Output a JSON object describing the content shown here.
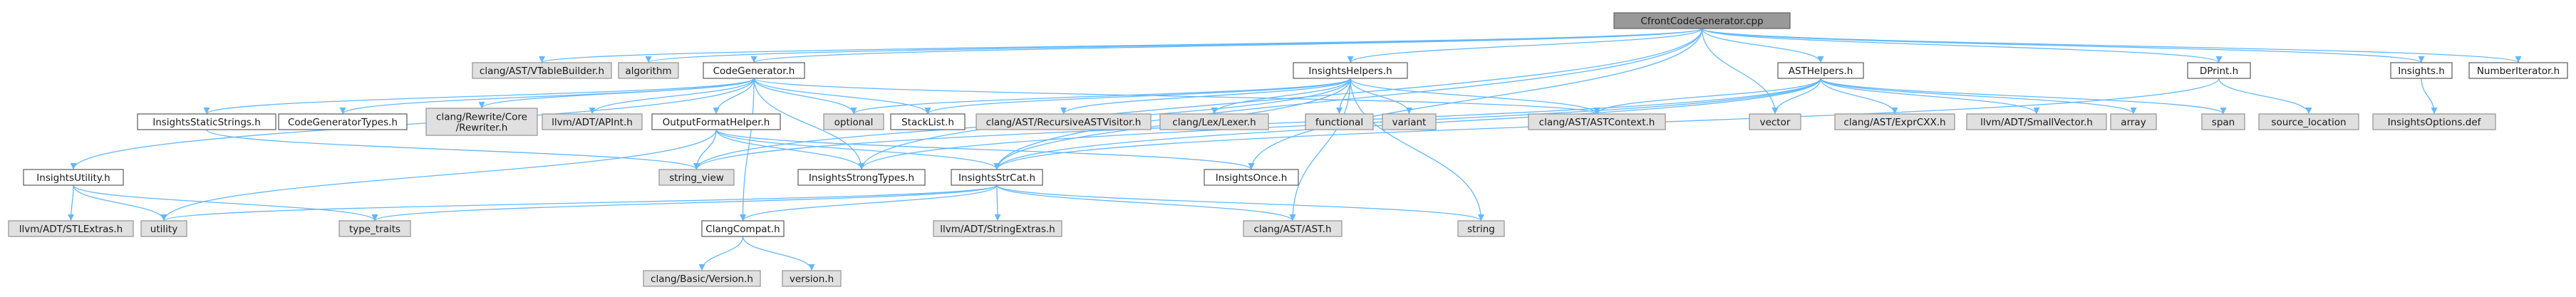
{
  "nodes": {
    "cfront": {
      "label": "CfrontCodeGenerator.cpp",
      "kind": "root"
    },
    "vtable": {
      "label": "clang/AST/VTableBuilder.h",
      "kind": "ext"
    },
    "algorithm": {
      "label": "algorithm",
      "kind": "ext"
    },
    "codegen": {
      "label": "CodeGenerator.h",
      "kind": "int"
    },
    "ihelpers": {
      "label": "InsightsHelpers.h",
      "kind": "int"
    },
    "asthelpers": {
      "label": "ASTHelpers.h",
      "kind": "int"
    },
    "dprint": {
      "label": "DPrint.h",
      "kind": "int"
    },
    "insights": {
      "label": "Insights.h",
      "kind": "int"
    },
    "numiter": {
      "label": "NumberIterator.h",
      "kind": "int"
    },
    "istatic": {
      "label": "InsightsStaticStrings.h",
      "kind": "int"
    },
    "cgtypes": {
      "label": "CodeGeneratorTypes.h",
      "kind": "int"
    },
    "rewriter": {
      "label": "clang/Rewrite/Core\n/Rewriter.h",
      "kind": "ext"
    },
    "apint": {
      "label": "llvm/ADT/APInt.h",
      "kind": "ext"
    },
    "ofhelper": {
      "label": "OutputFormatHelper.h",
      "kind": "int"
    },
    "optional": {
      "label": "optional",
      "kind": "ext"
    },
    "stacklist": {
      "label": "StackList.h",
      "kind": "int"
    },
    "recvisitor": {
      "label": "clang/AST/RecursiveASTVisitor.h",
      "kind": "ext"
    },
    "lexer": {
      "label": "clang/Lex/Lexer.h",
      "kind": "ext"
    },
    "functional": {
      "label": "functional",
      "kind": "ext"
    },
    "variant": {
      "label": "variant",
      "kind": "ext"
    },
    "astcontext": {
      "label": "clang/AST/ASTContext.h",
      "kind": "ext"
    },
    "vector": {
      "label": "vector",
      "kind": "ext"
    },
    "exprcxx": {
      "label": "clang/AST/ExprCXX.h",
      "kind": "ext"
    },
    "smallvec": {
      "label": "llvm/ADT/SmallVector.h",
      "kind": "ext"
    },
    "array": {
      "label": "array",
      "kind": "ext"
    },
    "span": {
      "label": "span",
      "kind": "ext"
    },
    "srcloc": {
      "label": "source_location",
      "kind": "ext"
    },
    "iopts": {
      "label": "InsightsOptions.def",
      "kind": "ext"
    },
    "iutility": {
      "label": "InsightsUtility.h",
      "kind": "int"
    },
    "stringview": {
      "label": "string_view",
      "kind": "ext"
    },
    "istrong": {
      "label": "InsightsStrongTypes.h",
      "kind": "int"
    },
    "istrcat": {
      "label": "InsightsStrCat.h",
      "kind": "int"
    },
    "ionce": {
      "label": "InsightsOnce.h",
      "kind": "int"
    },
    "stlextras": {
      "label": "llvm/ADT/STLExtras.h",
      "kind": "ext"
    },
    "utility": {
      "label": "utility",
      "kind": "ext"
    },
    "typetraits": {
      "label": "type_traits",
      "kind": "ext"
    },
    "strextras": {
      "label": "llvm/ADT/StringExtras.h",
      "kind": "ext"
    },
    "ast": {
      "label": "clang/AST/AST.h",
      "kind": "ext"
    },
    "string": {
      "label": "string",
      "kind": "ext"
    },
    "clangcompat": {
      "label": "ClangCompat.h",
      "kind": "int"
    },
    "basicversion": {
      "label": "clang/Basic/Version.h",
      "kind": "ext"
    },
    "version": {
      "label": "version.h",
      "kind": "ext"
    }
  },
  "edges": [
    [
      "cfront",
      "vtable"
    ],
    [
      "cfront",
      "algorithm"
    ],
    [
      "cfront",
      "codegen"
    ],
    [
      "cfront",
      "ihelpers"
    ],
    [
      "cfront",
      "asthelpers"
    ],
    [
      "cfront",
      "dprint"
    ],
    [
      "cfront",
      "insights"
    ],
    [
      "cfront",
      "numiter"
    ],
    [
      "cfront",
      "vector"
    ],
    [
      "cfront",
      "istrong"
    ],
    [
      "cfront",
      "istrcat"
    ],
    [
      "cfront",
      "ionce"
    ],
    [
      "codegen",
      "istatic"
    ],
    [
      "codegen",
      "cgtypes"
    ],
    [
      "codegen",
      "rewriter"
    ],
    [
      "codegen",
      "apint"
    ],
    [
      "codegen",
      "ofhelper"
    ],
    [
      "codegen",
      "optional"
    ],
    [
      "codegen",
      "stacklist"
    ],
    [
      "codegen",
      "astcontext"
    ],
    [
      "codegen",
      "iutility"
    ],
    [
      "codegen",
      "istrong"
    ],
    [
      "codegen",
      "clangcompat"
    ],
    [
      "ihelpers",
      "optional"
    ],
    [
      "ihelpers",
      "stacklist"
    ],
    [
      "ihelpers",
      "recvisitor"
    ],
    [
      "ihelpers",
      "lexer"
    ],
    [
      "ihelpers",
      "functional"
    ],
    [
      "ihelpers",
      "variant"
    ],
    [
      "ihelpers",
      "astcontext"
    ],
    [
      "ihelpers",
      "string"
    ],
    [
      "ihelpers",
      "ast"
    ],
    [
      "ihelpers",
      "stringview"
    ],
    [
      "ihelpers",
      "istrcat"
    ],
    [
      "asthelpers",
      "astcontext"
    ],
    [
      "asthelpers",
      "vector"
    ],
    [
      "asthelpers",
      "exprcxx"
    ],
    [
      "asthelpers",
      "smallvec"
    ],
    [
      "asthelpers",
      "array"
    ],
    [
      "asthelpers",
      "span"
    ],
    [
      "asthelpers",
      "stringview"
    ],
    [
      "asthelpers",
      "istrong"
    ],
    [
      "asthelpers",
      "istrcat"
    ],
    [
      "dprint",
      "srcloc"
    ],
    [
      "dprint",
      "istrcat"
    ],
    [
      "insights",
      "iopts"
    ],
    [
      "istatic",
      "stringview"
    ],
    [
      "ofhelper",
      "stringview"
    ],
    [
      "ofhelper",
      "istrong"
    ],
    [
      "ofhelper",
      "istrcat"
    ],
    [
      "ofhelper",
      "ionce"
    ],
    [
      "ofhelper",
      "utility"
    ],
    [
      "iutility",
      "stlextras"
    ],
    [
      "iutility",
      "utility"
    ],
    [
      "iutility",
      "typetraits"
    ],
    [
      "istrcat",
      "utility"
    ],
    [
      "istrcat",
      "typetraits"
    ],
    [
      "istrcat",
      "strextras"
    ],
    [
      "istrcat",
      "ast"
    ],
    [
      "istrcat",
      "string"
    ],
    [
      "istrcat",
      "clangcompat"
    ],
    [
      "clangcompat",
      "basicversion"
    ],
    [
      "clangcompat",
      "version"
    ]
  ]
}
